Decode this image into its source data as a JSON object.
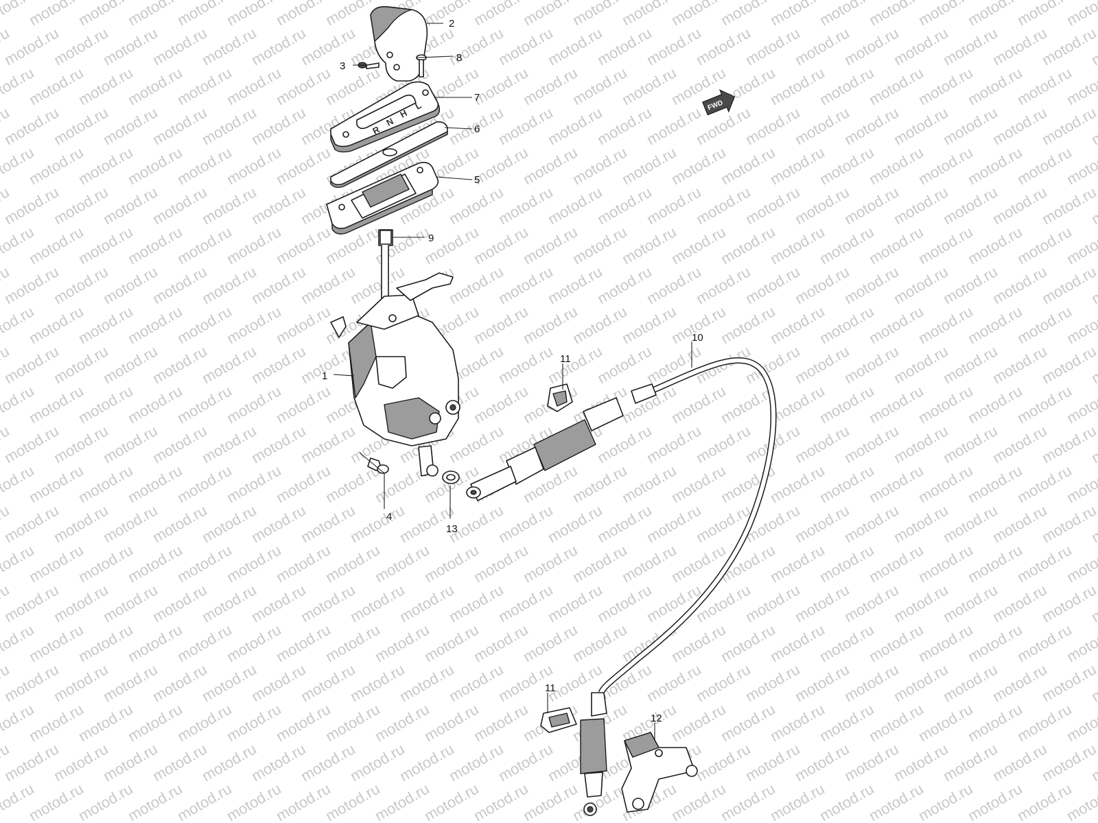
{
  "watermark": "motod.ru",
  "fwd_label": "FWD",
  "gate_letters": [
    "R",
    "N",
    "H",
    "L"
  ],
  "callouts": [
    "1",
    "2",
    "3",
    "4",
    "5",
    "6",
    "7",
    "8",
    "9",
    "10",
    "11",
    "11",
    "12",
    "13"
  ]
}
